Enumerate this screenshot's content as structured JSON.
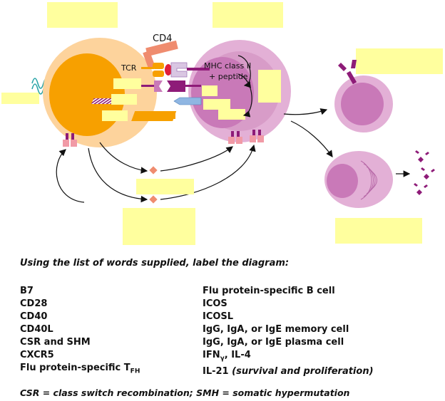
{
  "diagram": {
    "labels": {
      "cd4": "CD4",
      "tcr": "TCR",
      "mhc_line1": "MHC class II",
      "mhc_line2": "+ peptide"
    },
    "colors": {
      "tfh_cell": "#fdd39c",
      "tfh_nucleus": "#f7a000",
      "b_cell": "#e3b0d6",
      "b_nucleus": "#c979b8",
      "answer_box": "#ffff9e",
      "cd4": "#ef8c6f",
      "tcr": "#f7a000",
      "receptor_purple": "#8e1b78",
      "receptor_pink": "#f19aa6",
      "cytokine": "#ef8c6f",
      "arrow": "#111111",
      "helix": "#2aa5a8",
      "blue_receptor": "#8fb6e2"
    }
  },
  "instructions": "Using the list of words supplied, label the diagram:",
  "word_list": {
    "left": [
      "B7",
      "CD28",
      "CD40",
      "CD40L",
      "CSR and SHM",
      "CXCR5"
    ],
    "left_last_main": "Flu protein-specific T",
    "left_last_sub": "FH",
    "right": [
      "Flu protein-specific B cell",
      "ICOS",
      "ICOSL",
      "IgG, IgA, or IgE memory cell",
      "IgG, IgA, or IgE plasma cell"
    ],
    "right_ifn_a": "IFN",
    "right_ifn_gamma": "γ",
    "right_ifn_b": ", IL-4",
    "right_il21_a": "IL-21 ",
    "right_il21_b": "(survival and proliferation)"
  },
  "footer": "CSR = class switch recombination; SMH = somatic hypermutation"
}
